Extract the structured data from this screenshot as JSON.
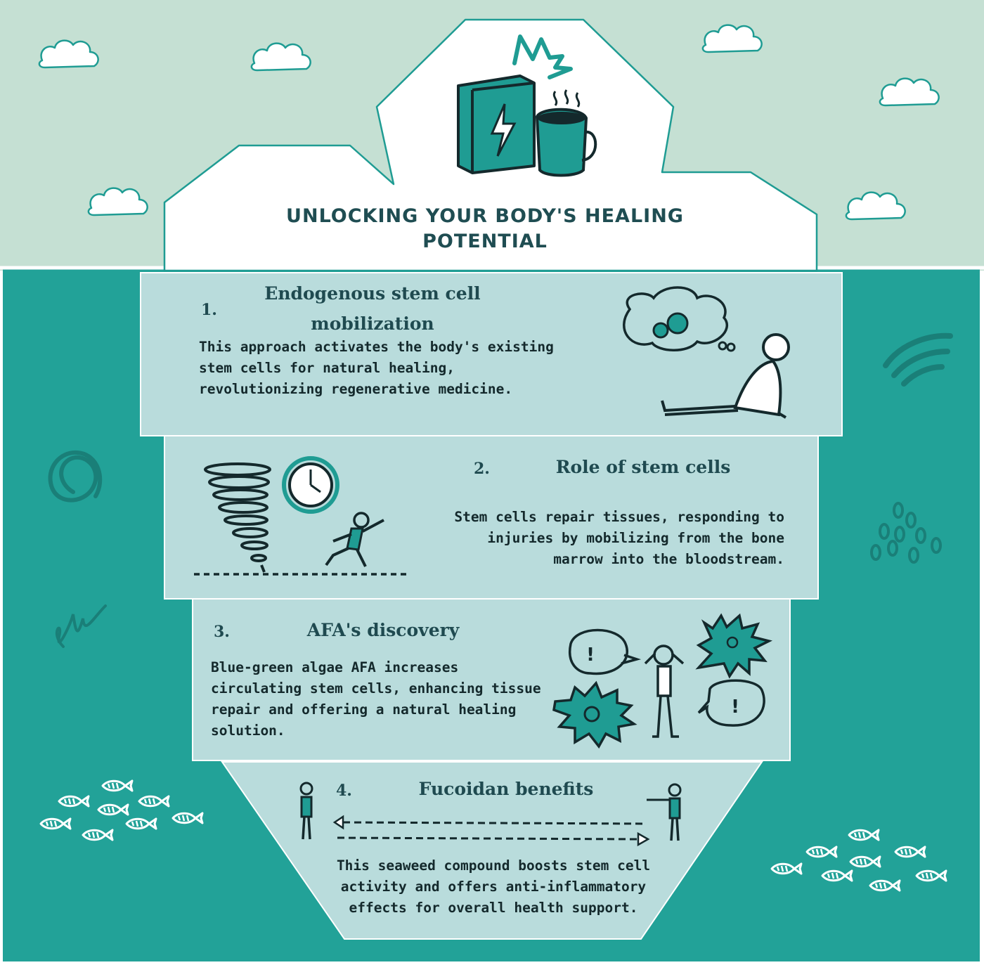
{
  "title": "UNLOCKING YOUR BODY'S HEALING POTENTIAL",
  "colors": {
    "sky": "#c5e0d3",
    "sea": "#22a298",
    "panel": "#b9dcdc",
    "accent": "#1f9c93",
    "ink": "#14292c"
  },
  "sections": [
    {
      "number": "1.",
      "heading": "Endogenous stem cell mobilization",
      "body": "This approach activates the body's existing stem cells for natural healing, revolutionizing regenerative medicine.",
      "illustration": "thinking-person-icon"
    },
    {
      "number": "2.",
      "heading": "Role of stem cells",
      "body": "Stem cells repair tissues, responding to injuries by mobilizing from the bone marrow into the bloodstream.",
      "illustration": "running-from-tornado-icon"
    },
    {
      "number": "3.",
      "heading": "AFA's discovery",
      "body": "Blue-green algae AFA increases circulating stem cells, enhancing tissue repair and offering a natural healing solution.",
      "illustration": "stressed-person-icon"
    },
    {
      "number": "4.",
      "heading": "Fucoidan benefits",
      "body": "This seaweed compound boosts stem cell activity and offers anti-inflammatory effects for overall health support.",
      "illustration": "two-people-exchange-icon"
    }
  ],
  "decorations": [
    "cloud-icon",
    "book-icon",
    "coffee-mug-icon",
    "spiral-icon",
    "fish-school-icon",
    "waves-icon",
    "dots-icon"
  ]
}
